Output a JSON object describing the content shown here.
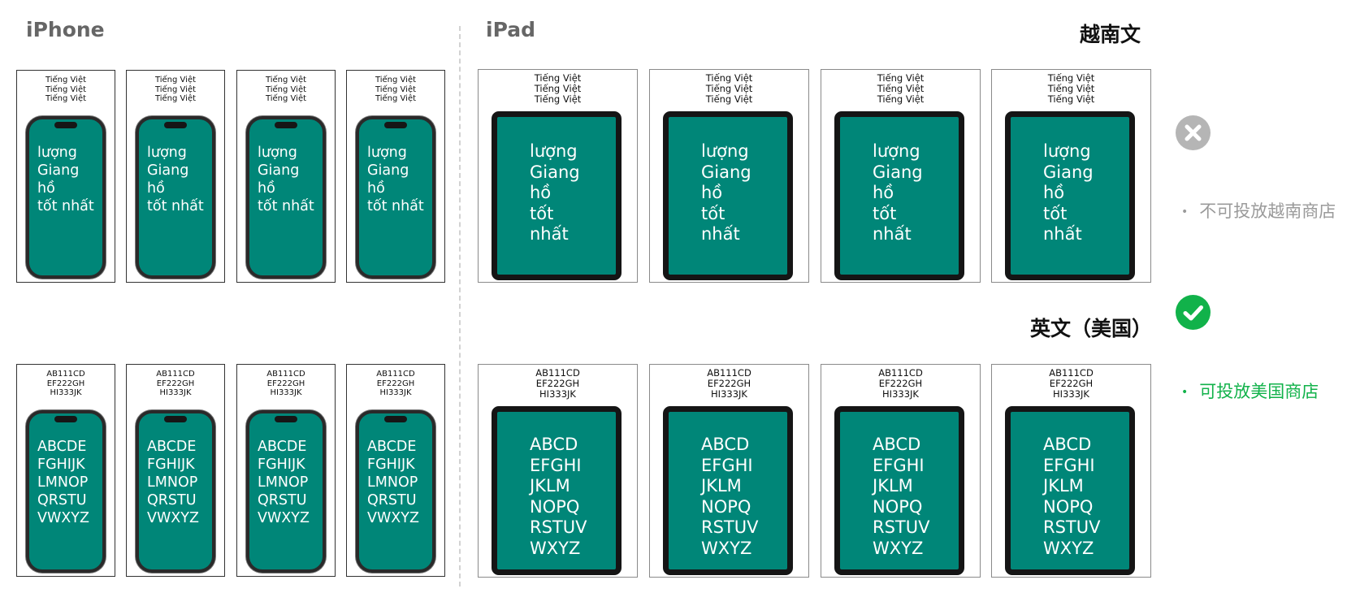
{
  "sections": {
    "iphone_title": "iPhone",
    "ipad_title": "iPad"
  },
  "languages": {
    "vietnamese": {
      "title": "越南文",
      "caption": "Tiếng Việt\nTiếng Việt\nTiếng Việt",
      "phone_screen": "lượng\nGiang\nhồ\ntốt nhất",
      "tablet_screen": "lượng\nGiang\nhồ\ntốt\nnhất",
      "status": "rejected",
      "status_color": "#b5b5b5",
      "note": "不可投放越南商店",
      "note_color": "#9a9a9a"
    },
    "english_us": {
      "title": "英文（美国）",
      "caption": "AB111CD\nEF222GH\nHI333JK",
      "phone_screen": "ABCDE\nFGHIJK\nLMNOP\nQRSTU\nVWXYZ",
      "tablet_screen": "ABCD\nEFGHI\nJKLM\nNOPQ\nRSTUV\nWXYZ",
      "status": "approved",
      "status_color": "#11b24a",
      "note": "可投放美国商店",
      "note_color": "#11b24a"
    }
  },
  "colors": {
    "screen": "#008678",
    "bezel": "#1a1a1a"
  },
  "icons": {
    "rejected": "close-icon",
    "approved": "check-icon"
  }
}
